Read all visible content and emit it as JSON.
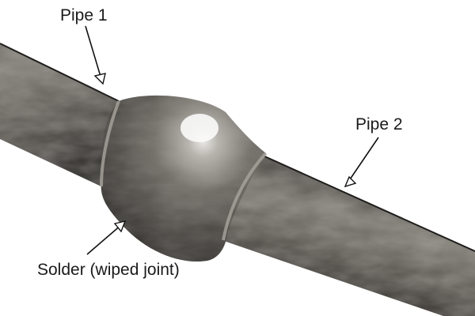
{
  "labels": {
    "pipe1": "Pipe 1",
    "pipe2": "Pipe 2",
    "solder": "Solder (wiped joint)"
  },
  "colors": {
    "background": "#ffffff",
    "pipe_dark": "#2f2d2a",
    "pipe_mid": "#5a5751",
    "pipe_light": "#8a867e",
    "solder_mid": "#615e59",
    "solder_highlight": "#f4f4f2",
    "arrow": "#1a1a1a"
  }
}
